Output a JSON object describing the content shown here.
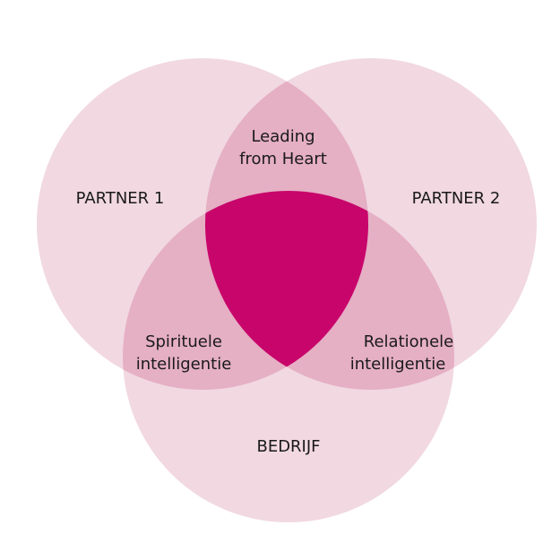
{
  "colors": {
    "circle_fill": "#f1d8e1",
    "pair_overlap_fill": "#e5afc4",
    "center_fill": "#c8056b",
    "text": "#1a1a1a",
    "background": "#ffffff"
  },
  "sets": {
    "partner1": "PARTNER 1",
    "partner2": "PARTNER 2",
    "bedrijf": "BEDRIJF"
  },
  "overlaps": {
    "top": [
      "Leading",
      "from Heart"
    ],
    "left": [
      "Spirituele",
      "intelligentie"
    ],
    "right": [
      "Relationele",
      "intelligentie"
    ]
  }
}
